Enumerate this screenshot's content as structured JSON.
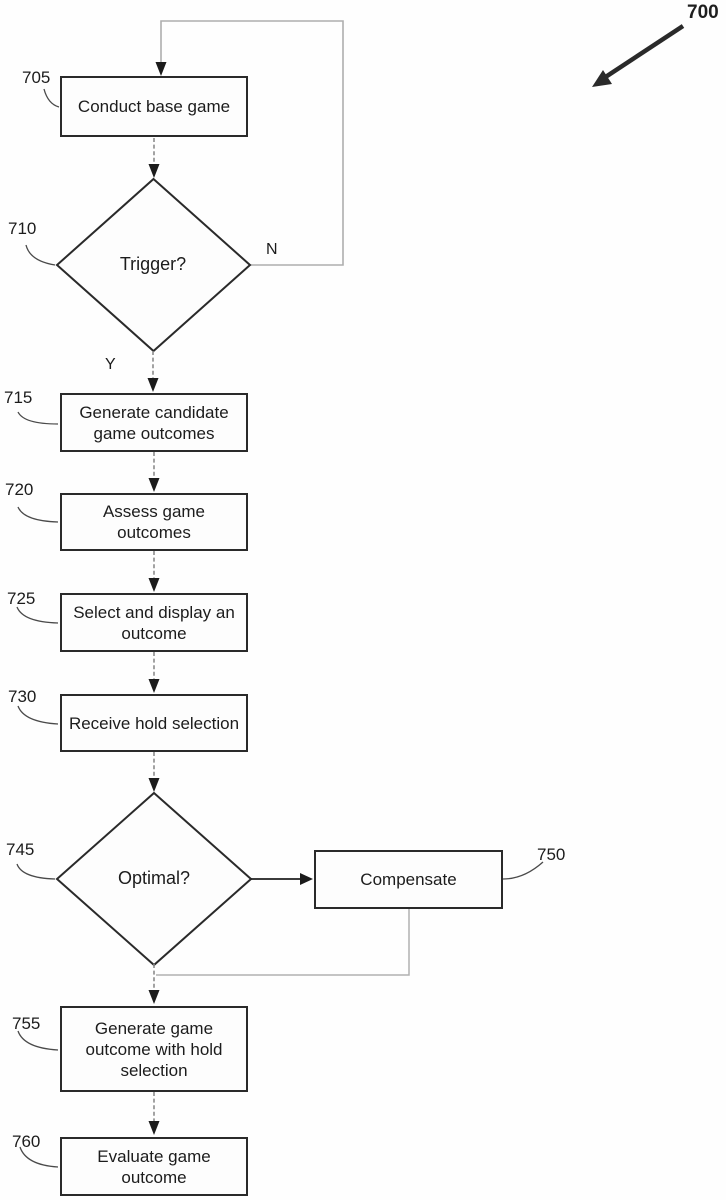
{
  "figure": {
    "label": "700"
  },
  "branch": {
    "no": "N",
    "yes": "Y"
  },
  "nodes": {
    "conduct": {
      "ref": "705",
      "label": "Conduct base game"
    },
    "trigger": {
      "ref": "710",
      "label": "Trigger?"
    },
    "candidates": {
      "ref": "715",
      "label": "Generate candidate game outcomes"
    },
    "assess": {
      "ref": "720",
      "label": "Assess game outcomes"
    },
    "select": {
      "ref": "725",
      "label": "Select and display an outcome"
    },
    "hold": {
      "ref": "730",
      "label": "Receive hold selection"
    },
    "optimal": {
      "ref": "745",
      "label": "Optimal?"
    },
    "compensate": {
      "ref": "750",
      "label": "Compensate"
    },
    "generate_hold": {
      "ref": "755",
      "label": "Generate game outcome with hold selection"
    },
    "evaluate": {
      "ref": "760",
      "label": "Evaluate game outcome"
    }
  },
  "edges": [
    {
      "from": "705",
      "to": "710",
      "label": ""
    },
    {
      "from": "710",
      "to": "705",
      "label": "N"
    },
    {
      "from": "710",
      "to": "715",
      "label": "Y"
    },
    {
      "from": "715",
      "to": "720",
      "label": ""
    },
    {
      "from": "720",
      "to": "725",
      "label": ""
    },
    {
      "from": "725",
      "to": "730",
      "label": ""
    },
    {
      "from": "730",
      "to": "745",
      "label": ""
    },
    {
      "from": "745",
      "to": "750",
      "label": ""
    },
    {
      "from": "750",
      "to": "755",
      "label": ""
    },
    {
      "from": "745",
      "to": "755",
      "label": ""
    },
    {
      "from": "755",
      "to": "760",
      "label": ""
    }
  ],
  "colors": {
    "ink": "#262626",
    "connector_gray": "#9a9a9a"
  }
}
